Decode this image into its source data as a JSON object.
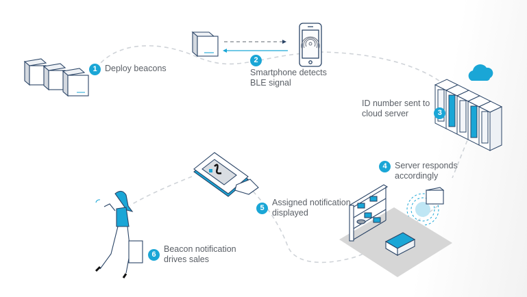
{
  "colors": {
    "accent": "#1aa6d6",
    "outline": "#2a4466",
    "text": "#5a5f66",
    "path": "#cfd3d8",
    "floor": "#d6d6d6"
  },
  "steps": [
    {
      "number": "1",
      "lines": [
        "Deploy beacons"
      ]
    },
    {
      "number": "2",
      "lines": [
        "Smartphone detects",
        "BLE signal"
      ]
    },
    {
      "number": "3",
      "lines": [
        "ID number sent to",
        "cloud server"
      ]
    },
    {
      "number": "4",
      "lines": [
        "Server responds",
        "accordingly"
      ]
    },
    {
      "number": "5",
      "lines": [
        "Assigned notification",
        "displayed"
      ]
    },
    {
      "number": "6",
      "lines": [
        "Beacon notification",
        "drives sales"
      ]
    }
  ],
  "icons": {
    "beacons": "beacon-cube-icon",
    "phone": "smartphone-icon",
    "signal": "ble-signal-icon",
    "cloud": "cloud-icon",
    "server": "server-rack-icon",
    "store": "store-shelf-icon",
    "hand_phone": "hand-holding-phone-icon",
    "shopper": "shopper-icon"
  }
}
